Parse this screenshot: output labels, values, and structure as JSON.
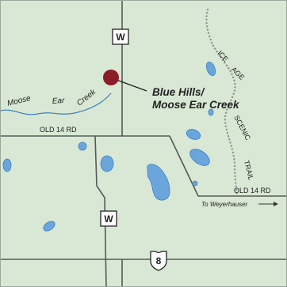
{
  "map": {
    "land_color": "#d8e8d4",
    "road_color": "#555a57",
    "water_color": "#6aa6dc",
    "water_stroke": "#3d7fbf",
    "trail_color": "#8f9490",
    "marker_color": "#8b1c28"
  },
  "labels": {
    "route_w_top": "W",
    "route_w_bottom": "W",
    "route_8": "8",
    "creek_word_1": "Moose",
    "creek_word_2": "Ear",
    "creek_word_3": "Creek",
    "old14_left": "OLD 14 RD",
    "old14_right": "OLD 14 RD",
    "to_weyerhauser": "To Weyerhauser",
    "site_line1": "Blue Hills/",
    "site_line2": "Moose Ear Creek",
    "trail_ice": "ICE",
    "trail_age": "AGE",
    "trail_scenic": "SCENIC",
    "trail_trail": "TRAIL"
  },
  "icons": {
    "highway_shield": "us-highway-shield-icon",
    "county_road_sign": "county-road-square-sign-icon",
    "site_marker": "location-dot-icon",
    "direction_arrow": "right-arrow-icon"
  }
}
